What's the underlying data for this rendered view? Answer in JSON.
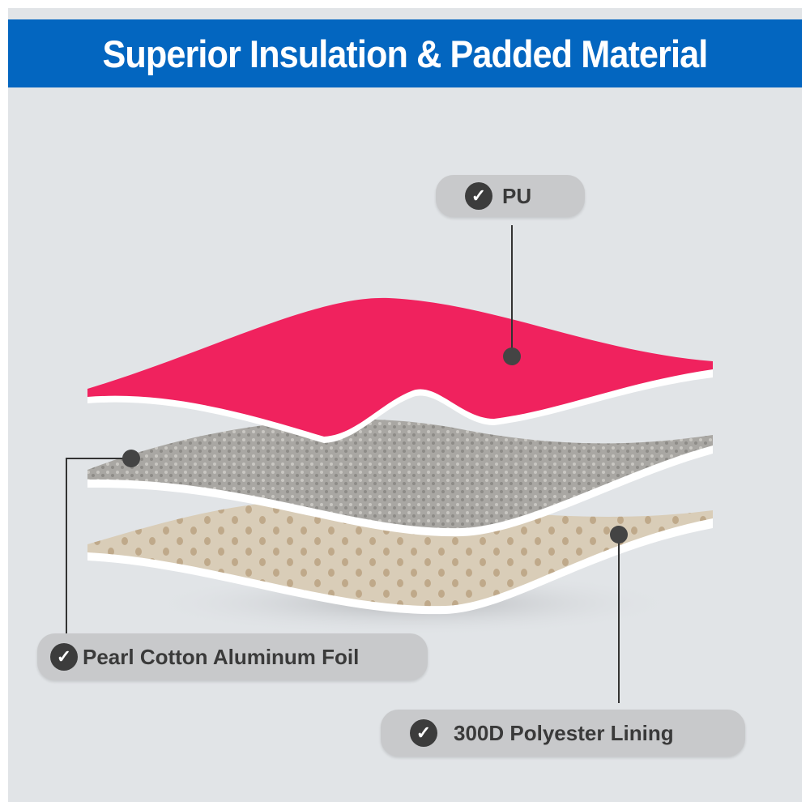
{
  "title": "Superior Insulation & Padded Material",
  "labels": {
    "pu": "PU",
    "foil": "Pearl Cotton Aluminum Foil",
    "lining": "300D Polyester Lining"
  },
  "icons": {
    "check": "check-circle-icon"
  },
  "colors": {
    "banner": "#0366c0",
    "background": "#e1e4e7",
    "pu_layer": "#f0225e",
    "foil_layer": "#a9a7a3",
    "lining_layer": "#d9cdb8"
  }
}
